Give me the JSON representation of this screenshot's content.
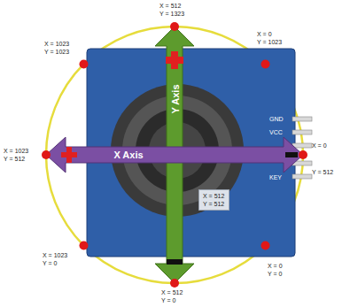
{
  "diagram": {
    "nodes": [
      {
        "text": [
          "X = 512",
          "Y = 512"
        ]
      }
    ],
    "labels": [
      "X = 512",
      "Y = 1323",
      "X = 0",
      "Y = 1023",
      "X = 1023",
      "Y = 1023",
      "X = 1023",
      "Y = 512",
      "Y Axis",
      "X Axis",
      "X = 0",
      "Y = 512",
      "GND",
      "VCC",
      "KEY",
      "X = 1023",
      "Y = 0",
      "X = 0",
      "Y = 0",
      "X = 512",
      "Y = 0"
    ]
  }
}
